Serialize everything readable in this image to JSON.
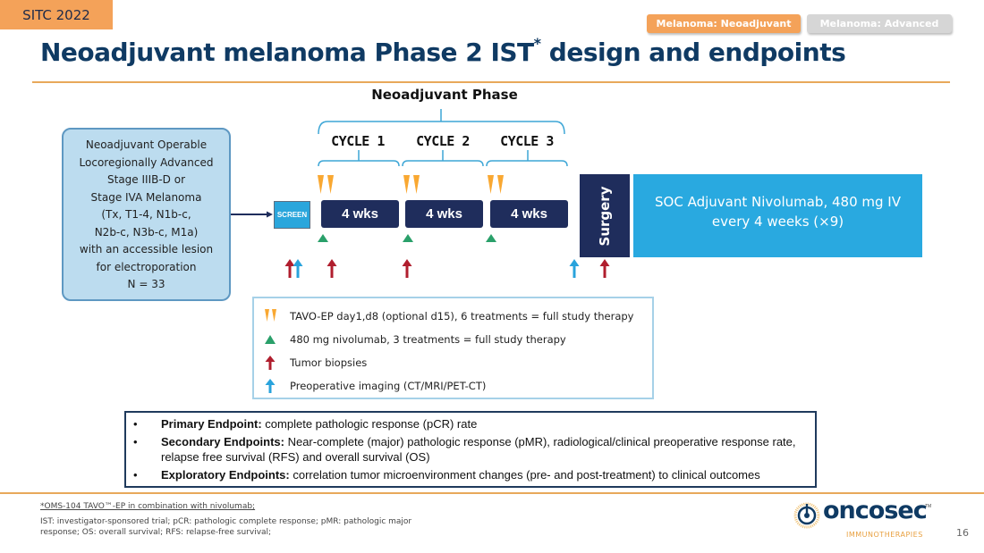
{
  "header": {
    "conference": "SITC 2022",
    "tabs": [
      {
        "label": "Melanoma: Neoadjuvant",
        "active": true
      },
      {
        "label": "Melanoma: Advanced",
        "active": false
      }
    ],
    "title": "Neoadjuvant melanoma Phase 2 IST",
    "title_superscript": "*",
    "title_suffix": " design and endpoints"
  },
  "population": {
    "lines": [
      "Neoadjuvant Operable",
      "Locoregionally Advanced",
      "Stage IIIB-D or",
      "Stage IVA Melanoma",
      "(Tx, T1-4, N1b-c,",
      "N2b-c, N3b-c, M1a)",
      "with an accessible lesion",
      "for electroporation",
      "N = 33"
    ]
  },
  "schema": {
    "phase_label": "Neoadjuvant Phase",
    "screen_label": "SCREEN",
    "cycles": [
      {
        "label": "CYCLE 1",
        "duration": "4 wks"
      },
      {
        "label": "CYCLE 2",
        "duration": "4 wks"
      },
      {
        "label": "CYCLE 3",
        "duration": "4 wks"
      }
    ],
    "surgery_label": "Surgery",
    "adjuvant_line1": "SOC Adjuvant Nivolumab, 480 mg IV",
    "adjuvant_line2": "every 4 weeks (×9)"
  },
  "legend": {
    "items": [
      {
        "icon": "tavo-ep-marker-icon",
        "text": "TAVO-EP day1,d8 (optional d15), 6 treatments = full study therapy"
      },
      {
        "icon": "nivolumab-triangle-icon",
        "text": "480 mg nivolumab, 3 treatments = full study therapy"
      },
      {
        "icon": "biopsy-arrow-icon",
        "text": "Tumor biopsies"
      },
      {
        "icon": "imaging-arrow-icon",
        "text": "Preoperative imaging (CT/MRI/PET-CT)"
      }
    ]
  },
  "endpoints": {
    "bullet": "•",
    "items": [
      {
        "label": "Primary Endpoint:",
        "text": " complete pathologic response (pCR) rate"
      },
      {
        "label": "Secondary Endpoints:",
        "text": " Near-complete (major) pathologic response (pMR), radiological/clinical preoperative response rate, relapse free survival (RFS) and overall survival (OS)"
      },
      {
        "label": "Exploratory Endpoints:",
        "text": " correlation tumor microenvironment changes (pre- and post-treatment) to clinical outcomes"
      }
    ]
  },
  "footer": {
    "footnote_link": "*OMS-104 TAVO™-EP in combination with nivolumab;",
    "abbreviations": "IST: investigator-sponsored trial; pCR: pathologic complete response; pMR: pathologic major response; OS: overall survival; RFS: relapse-free survival;",
    "logo_word": "oncosec",
    "logo_tm": "TM",
    "logo_sub": "IMMUNOTHERAPIES",
    "page_number": "16"
  },
  "colors": {
    "accent_orange": "#f4a259",
    "title_navy": "#0f3a63",
    "cycle_navy": "#1f2d5c",
    "adjuvant_blue": "#29a9e0",
    "nivolumab_green": "#2aa06a",
    "biopsy_red": "#b01e2e",
    "imaging_blue": "#29a3dc",
    "bracket_blue": "#3da6d6"
  }
}
